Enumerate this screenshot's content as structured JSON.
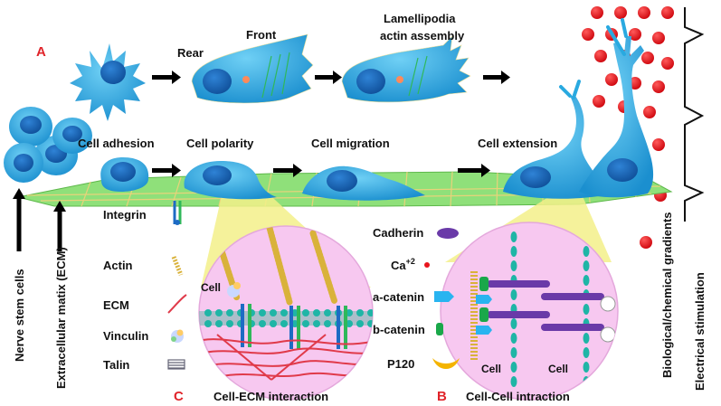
{
  "panel_letters": {
    "a": "A",
    "b": "B",
    "c": "C"
  },
  "top_row": {
    "rear": "Rear",
    "front": "Front",
    "lamellipodia_line1": "Lamellipodia",
    "lamellipodia_line2": "actin assembly"
  },
  "middle_row": {
    "cell_adhesion": "Cell adhesion",
    "cell_polarity": "Cell polarity",
    "cell_migration": "Cell migration",
    "cell_extension": "Cell extension"
  },
  "vertical_labels": {
    "nerve_stem_cells": "Nerve stem cells",
    "ecm": "Extracellular matix (ECM)",
    "gradients": "Biological/chemical gradients",
    "electrical": "Electrical stimulation"
  },
  "legend_left": {
    "integrin": "Integrin",
    "actin": "Actin",
    "ecm": "ECM",
    "vinculin": "Vinculin",
    "talin": "Talin"
  },
  "legend_right": {
    "cadherin": "Cadherin",
    "calcium": "Ca",
    "calcium_sup": "+2",
    "a_catenin": "a-catenin",
    "b_catenin": "b-catenin",
    "p120": "P120"
  },
  "circles": {
    "left_cell": "Cell",
    "right_cell_left": "Cell",
    "right_cell_right": "Cell"
  },
  "captions": {
    "cell_ecm": "Cell-ECM interaction",
    "cell_cell": "Cell-Cell intraction"
  },
  "colors": {
    "cell_fill": "#29a9e0",
    "nucleus": "#1565b5",
    "grid": "#8fe07a",
    "circle_fill": "#f7c8f0",
    "cone": "#f3f08a",
    "red_dot": "#e8141c",
    "cadherin": "#6a3aa8",
    "a_catenin": "#29b4f0",
    "b_catenin": "#1aa84a",
    "p120": "#f4b400",
    "teal": "#1fb5a6"
  }
}
